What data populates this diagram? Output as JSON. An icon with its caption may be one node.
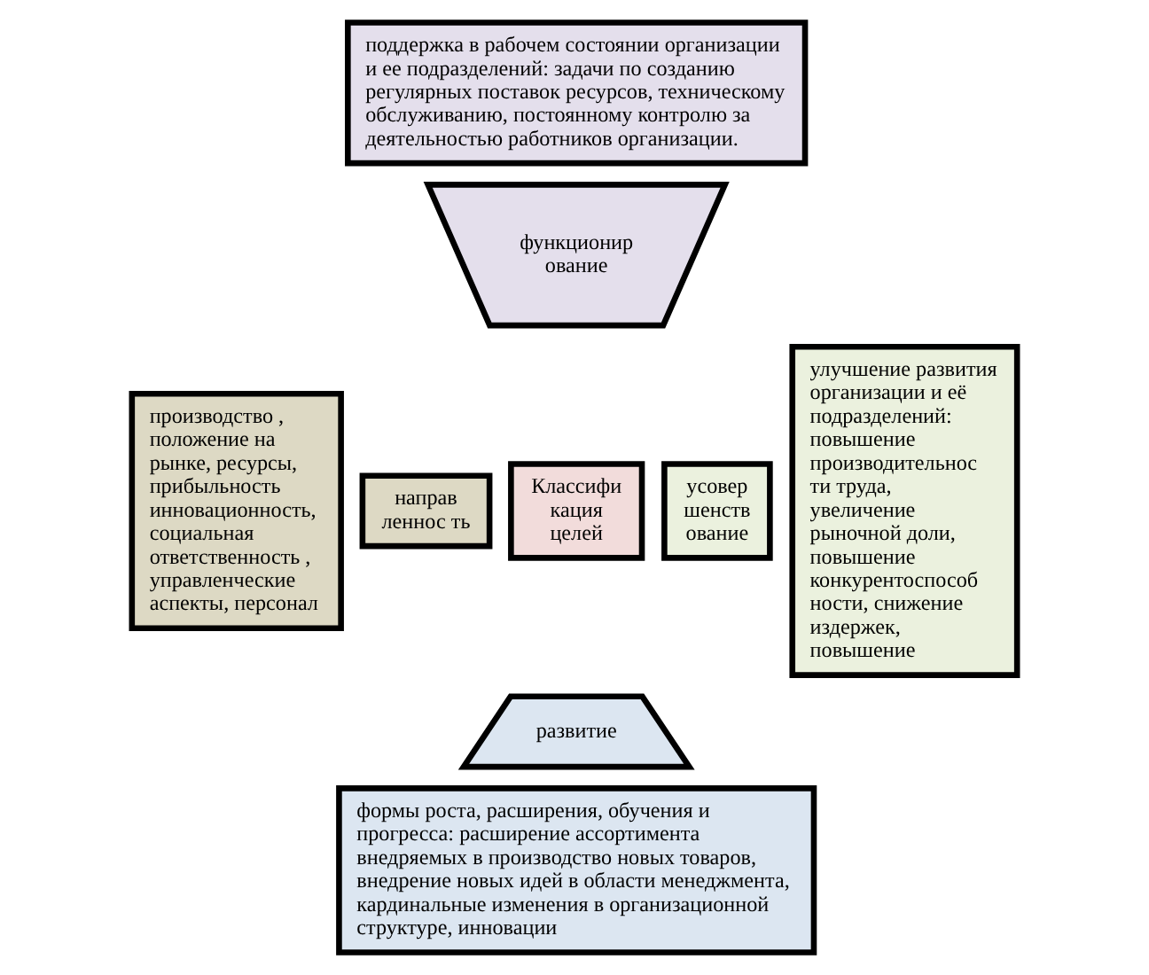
{
  "diagram": {
    "nodes": [
      {
        "text": [
          "поддержка в рабочем состоянии организации и ее подразделений: задачи по созданию регулярных поставок ресурсов, техническому обслуживанию, постоянному контролю за деятельностью работников организации."
        ]
      },
      {
        "text": [
          "функционир ование"
        ]
      },
      {
        "text": [
          "производство , положение на рынке, ресурсы, прибыльность инновационность, социальная ответственность , управленческие аспекты, персонал"
        ]
      },
      {
        "text": [
          "направ леннос ть"
        ]
      },
      {
        "text": [
          "Классифи кация целей"
        ]
      },
      {
        "text": [
          "усовер шенств ование"
        ]
      },
      {
        "text": [
          "улучшение развития организации и её подразделений: повышение производительнос ти труда, увеличение рыночной доли, повышение конкурентоспособ ности, снижение издержек, повышение"
        ]
      },
      {
        "text": [
          "развитие"
        ]
      },
      {
        "text": [
          "формы роста, расширения, обучения и прогресса: расширение ассортимента внедряемых в производство новых товаров, внедрение новых идей в области менеджмента, кардинальные изменения в организационной структуре, инновации"
        ]
      }
    ],
    "edges": []
  }
}
